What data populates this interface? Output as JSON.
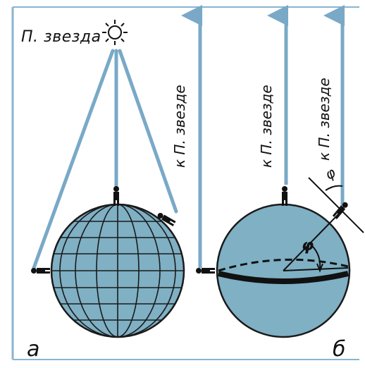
{
  "labels": {
    "star": "П. звезда",
    "toward_star": "к П. звезде",
    "phi": "φ",
    "panel_a": "а",
    "panel_b": "б"
  },
  "colors": {
    "globe_fill": "#7fb0c4",
    "globe_stroke": "#1a1a1a",
    "ray": "#7aa9c7",
    "border": "#8ab4cf",
    "ink": "#111111"
  },
  "icons": {
    "star": "sun-icon",
    "observer": "person-icon"
  }
}
